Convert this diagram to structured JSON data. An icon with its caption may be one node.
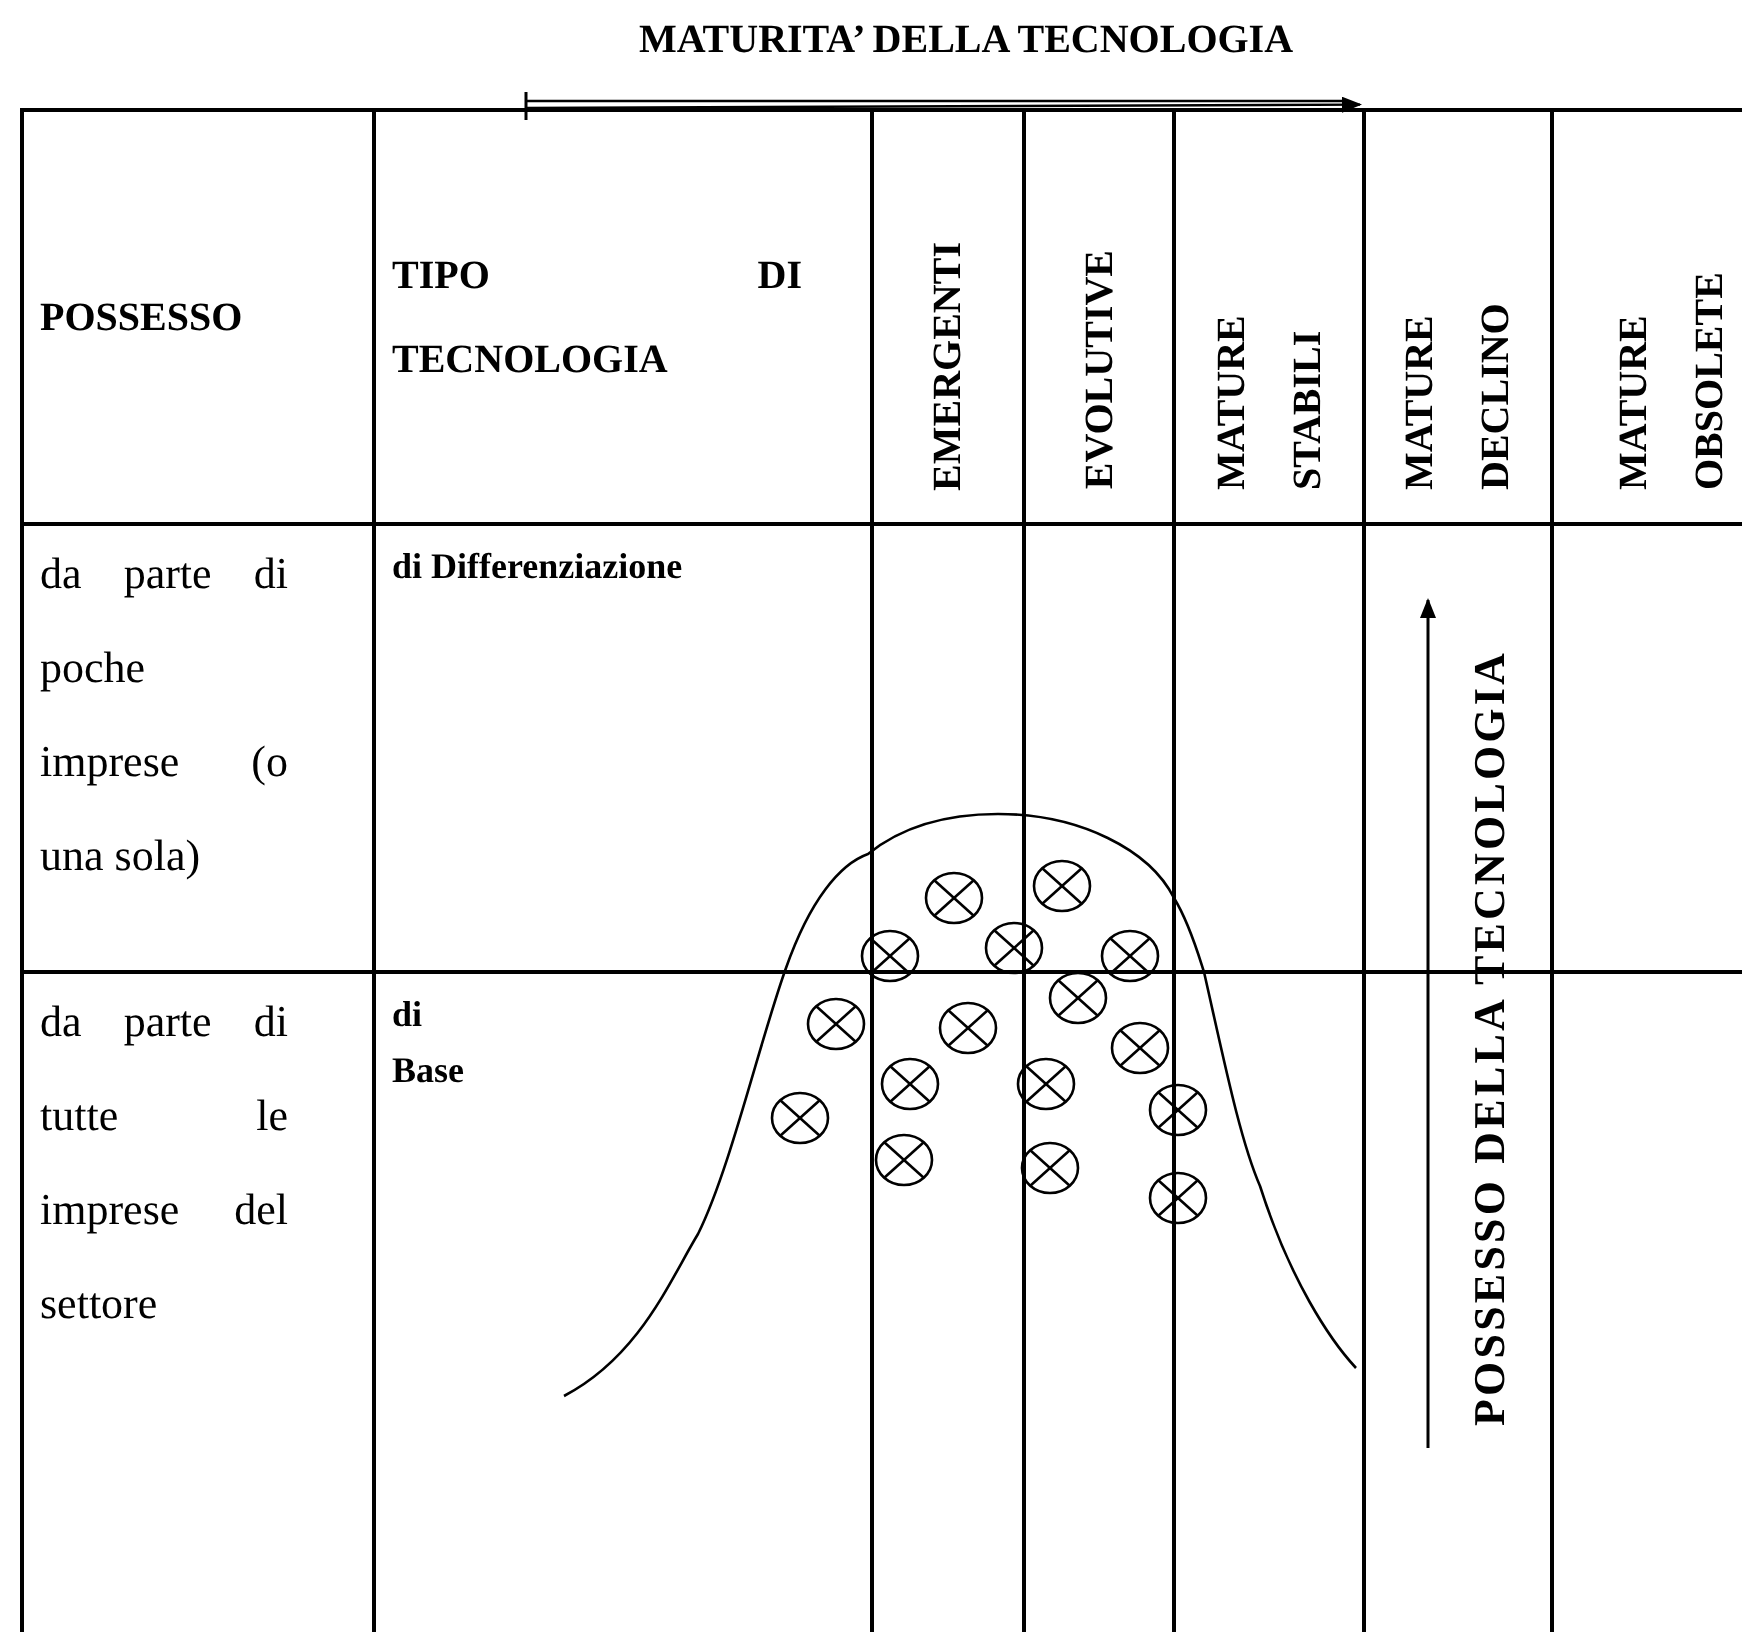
{
  "diagram": {
    "title": "MATURITA’ DELLA TECNOLOGIA",
    "labels": [
      "POSSESSO",
      "TIPO DI TECNOLOGIA",
      "EMERGENTI",
      "EVOLUTIVE",
      "MATURE STABILI",
      "MATURE DECLINO",
      "MATURE OBSOLETE",
      "da parte di poche imprese (o una sola)",
      "di Differenziazione",
      "da parte di tutte le imprese del settore",
      "di Base",
      "POSSESSO DELLA TECNOLOGIA"
    ]
  }
}
